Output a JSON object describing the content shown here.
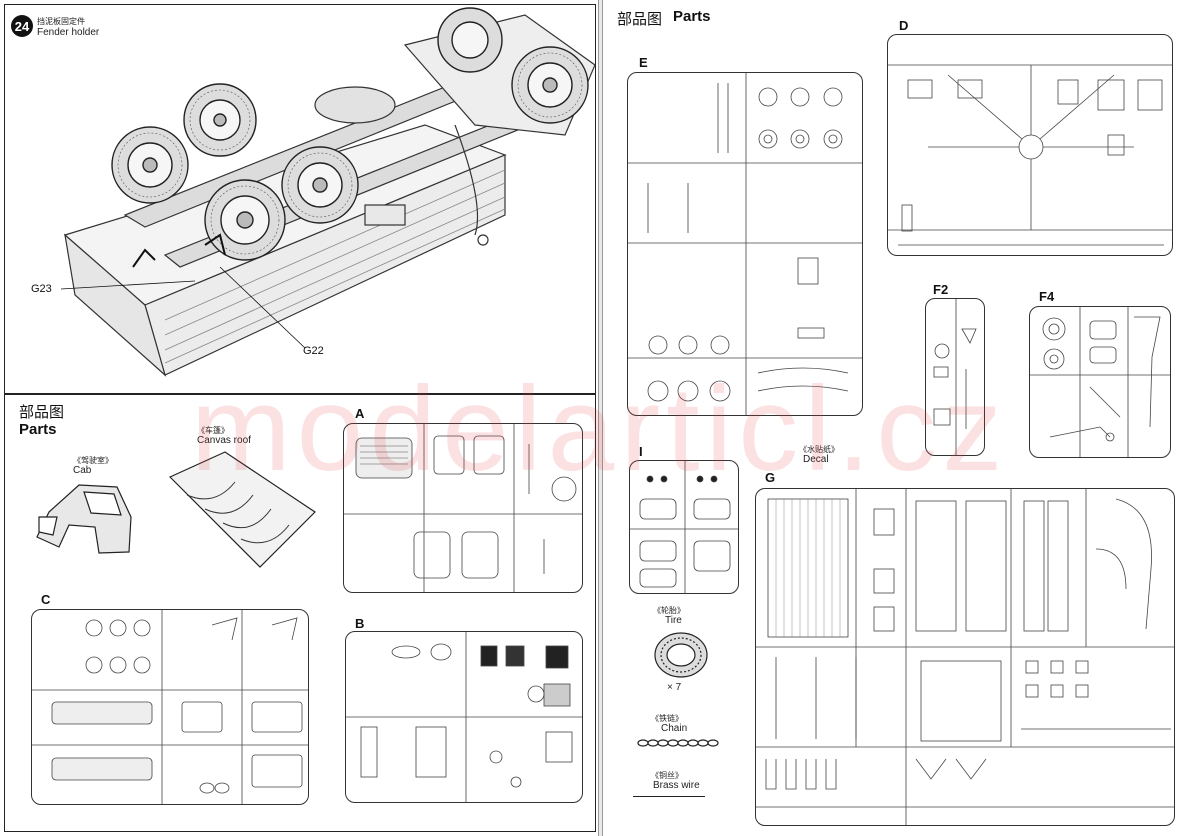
{
  "step": {
    "number": "24",
    "title_cn": "挡泥板固定件",
    "title_en": "Fender holder",
    "callouts": [
      "G23",
      "G22"
    ]
  },
  "parts_left": {
    "heading_cn": "部品图",
    "heading_en": "Parts",
    "cab": {
      "cn": "《驾驶室》",
      "en": "Cab"
    },
    "canvas_roof": {
      "cn": "《车篷》",
      "en": "Canvas roof"
    }
  },
  "parts_right": {
    "heading_cn": "部品图",
    "heading_en": "Parts",
    "decal": {
      "cn": "《水贴纸》",
      "en": "Decal"
    },
    "tire": {
      "cn": "《轮胎》",
      "en": "Tire",
      "qty": "× 7"
    },
    "chain": {
      "cn": "《铁链》",
      "en": "Chain"
    },
    "brass_wire": {
      "cn": "《铜丝》",
      "en": "Brass wire"
    }
  },
  "sprues": {
    "A": "A",
    "B": "B",
    "C": "C",
    "D": "D",
    "E": "E",
    "F2": "F2",
    "F4": "F4",
    "G": "G",
    "I": "I"
  },
  "watermark": "modelarticl.cz"
}
